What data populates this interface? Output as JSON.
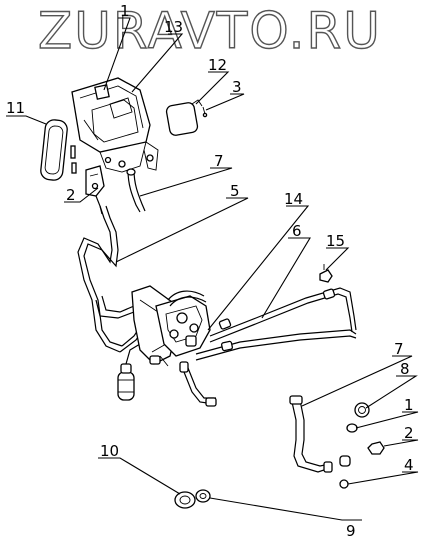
{
  "watermark": {
    "text": "ZURAVTO.RU"
  },
  "callouts": {
    "c1_top": "1",
    "c13": "13",
    "c12": "12",
    "c3": "3",
    "c11": "11",
    "c7_top": "7",
    "c2_left": "2",
    "c5": "5",
    "c14": "14",
    "c6": "6",
    "c15": "15",
    "c7_right": "7",
    "c8": "8",
    "c1_right": "1",
    "c2_right": "2",
    "c4": "4",
    "c10": "10",
    "c9": "9"
  }
}
